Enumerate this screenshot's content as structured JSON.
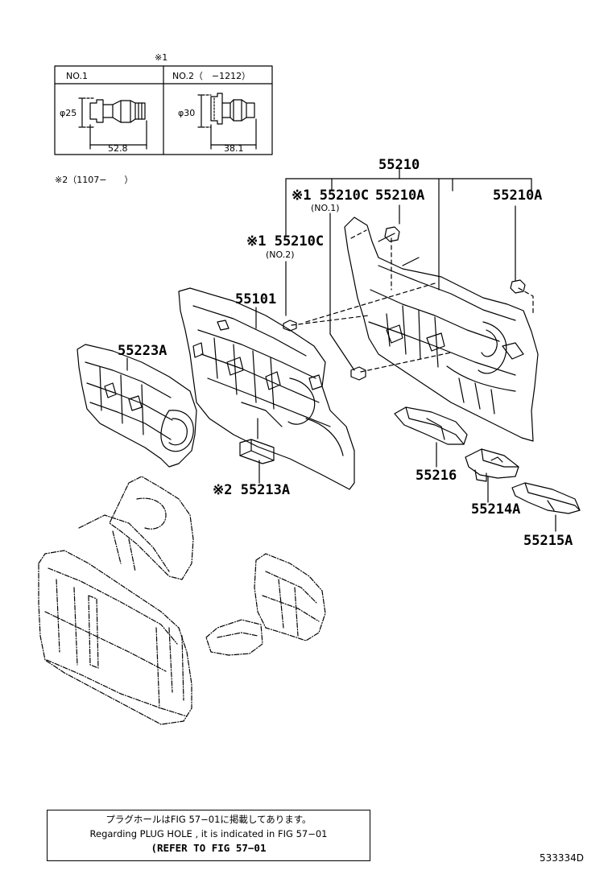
{
  "inset": {
    "marker": "※1",
    "no1": {
      "label": "NO.1",
      "diameter": "φ25",
      "length": "52.8"
    },
    "no2": {
      "label": "NO.2（　−1212）",
      "diameter": "φ30",
      "length": "38.1"
    }
  },
  "note2": "※2（1107−　　）",
  "parts": {
    "p55210": "55210",
    "p55210C_no1": "※1 55210C",
    "no1_tag": "(NO.1)",
    "p55210A_a": "55210A",
    "p55210A_b": "55210A",
    "p55210C_no2": "※1 55210C",
    "no2_tag": "(NO.2)",
    "p55101": "55101",
    "p55223A": "55223A",
    "p55213A": "※2 55213A",
    "p55216": "55216",
    "p55214A": "55214A",
    "p55215A": "55215A"
  },
  "notice": {
    "line1": "プラグホールはFIG 57−01に掲載してあります。",
    "line2": "Regarding PLUG HOLE , it is indicated in FIG 57−01",
    "line3": "(REFER TO FIG 57−01"
  },
  "doc_id": "533334D"
}
